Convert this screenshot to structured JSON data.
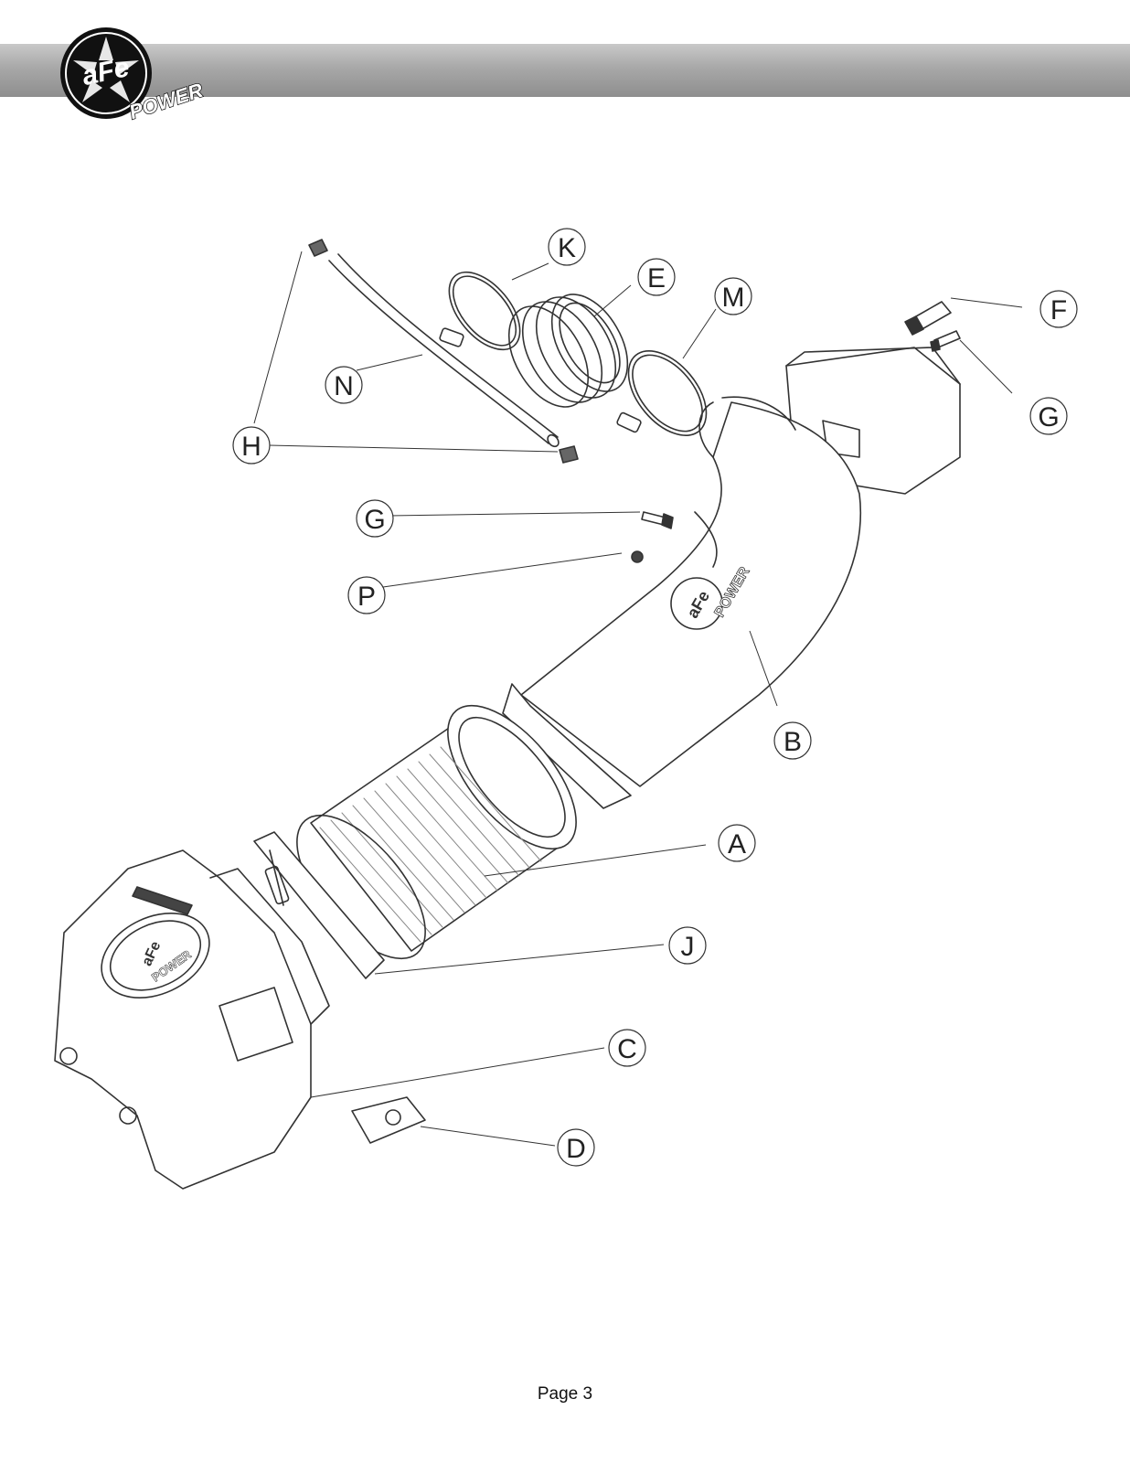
{
  "header": {
    "logo_text": "aFe",
    "logo_subtext": "POWER"
  },
  "diagram": {
    "callouts": [
      {
        "id": "K",
        "label": "K"
      },
      {
        "id": "E",
        "label": "E"
      },
      {
        "id": "M",
        "label": "M"
      },
      {
        "id": "F",
        "label": "F"
      },
      {
        "id": "N",
        "label": "N"
      },
      {
        "id": "G1",
        "label": "G"
      },
      {
        "id": "H",
        "label": "H"
      },
      {
        "id": "G2",
        "label": "G"
      },
      {
        "id": "P",
        "label": "P"
      },
      {
        "id": "B",
        "label": "B"
      },
      {
        "id": "A",
        "label": "A"
      },
      {
        "id": "J",
        "label": "J"
      },
      {
        "id": "C",
        "label": "C"
      },
      {
        "id": "D",
        "label": "D"
      }
    ],
    "part_logo_text": "aFe",
    "part_logo_subtext": "POWER"
  },
  "footer": {
    "page_label": "Page 3"
  }
}
